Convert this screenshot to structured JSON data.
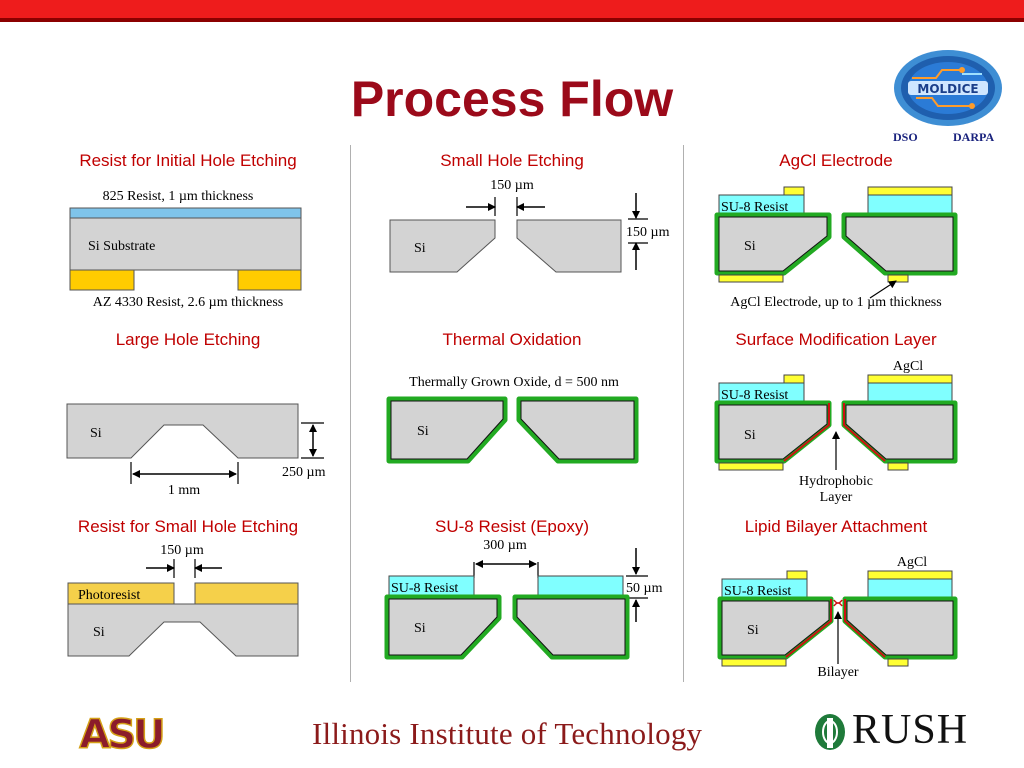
{
  "slide": {
    "title": "Process Flow",
    "sponsors": {
      "left": "DSO",
      "right": "DARPA"
    },
    "logo_text": "MOLDICE"
  },
  "panels": [
    {
      "heading": "Resist for Initial Hole Etching",
      "labels": [
        "825 Resist, 1 µm thickness",
        "Si Substrate",
        "AZ 4330 Resist, 2.6 µm thickness"
      ]
    },
    {
      "heading": "Small Hole Etching",
      "labels": [
        "150 µm",
        "150 µm",
        "Si"
      ]
    },
    {
      "heading": "AgCl Electrode",
      "labels": [
        "SU-8 Resist",
        "Si",
        "AgCl Electrode, up to 1 µm thickness"
      ]
    },
    {
      "heading": "Large Hole Etching",
      "labels": [
        "Si",
        "250 µm",
        "1 mm"
      ]
    },
    {
      "heading": "Thermal Oxidation",
      "labels": [
        "Thermally Grown Oxide, d = 500 nm",
        "Si"
      ]
    },
    {
      "heading": "Surface Modification Layer",
      "labels": [
        "AgCl",
        "SU-8 Resist",
        "Si",
        "Hydrophobic",
        "Layer"
      ]
    },
    {
      "heading": "Resist for Small Hole Etching",
      "labels": [
        "150 µm",
        "Photoresist",
        "Si"
      ]
    },
    {
      "heading": "SU-8 Resist (Epoxy)",
      "labels": [
        "300 µm",
        "SU-8 Resist",
        "50 µm",
        "Si"
      ]
    },
    {
      "heading": "Lipid Bilayer Attachment",
      "labels": [
        "AgCl",
        "SU-8 Resist",
        "Si",
        "Bilayer"
      ]
    }
  ],
  "footer": {
    "asu": "ASU",
    "iit": "Illinois Institute of Technology",
    "rush": "RUSH"
  },
  "colors": {
    "title": "#9b0a1a",
    "heading": "#c00000",
    "silicon": "#d3d3d3",
    "resist_blue": "#7fc4ea",
    "resist_yellow": "#ffcc00",
    "photoresist": "#f5d04a",
    "su8": "#80ffff",
    "agcl_yellow": "#ffff33",
    "oxide_green": "#22aa22",
    "hydrophobic_red": "#cc1111"
  }
}
